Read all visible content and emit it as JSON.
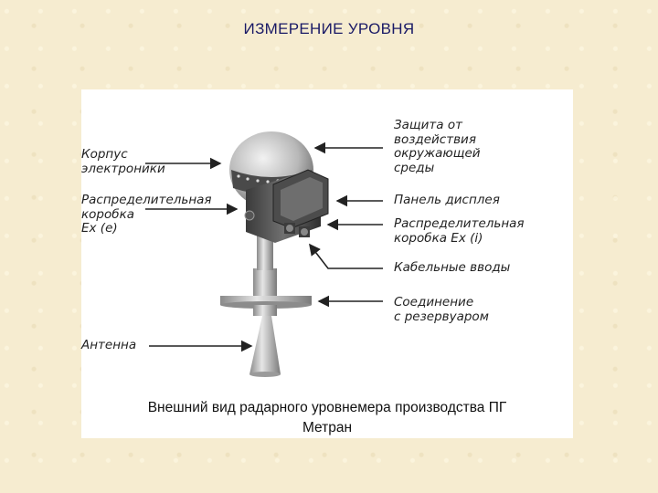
{
  "title": "ИЗМЕРЕНИЕ УРОВНЯ",
  "caption": "Внешний вид радарного уровнемера производства ПГ\nМетран",
  "labels": {
    "housing": "Корпус\nэлектроники",
    "junction_ex_e": "Распределительная\nкоробка\nEx (e)",
    "antenna": "Антенна",
    "protection": "Защита от\nвоздействия\nокружающей\nсреды",
    "display_panel": "Панель дисплея",
    "junction_ex_i": "Распределительная\nкоробка Ex (i)",
    "cable_entries": "Кабельные вводы",
    "tank_connection": "Соединение\nс резервуаром"
  }
}
